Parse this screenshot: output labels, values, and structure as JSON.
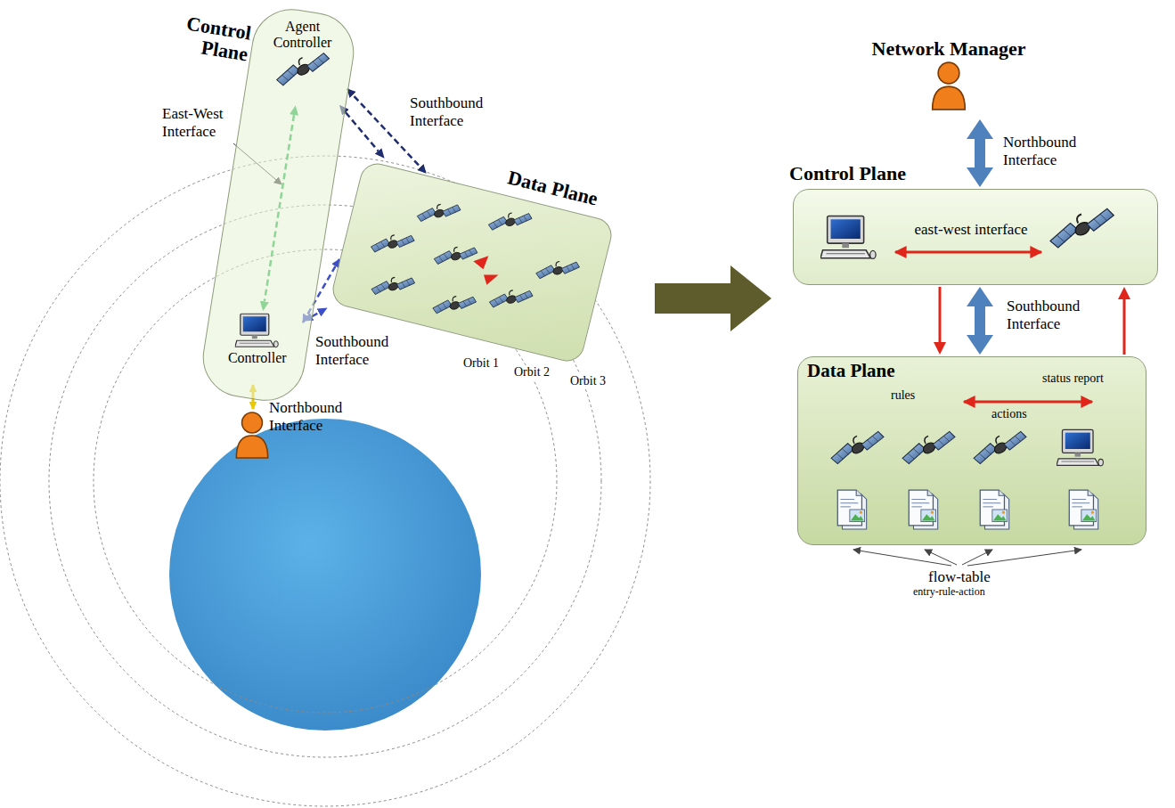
{
  "diagram": {
    "nodes": [
      {
        "text": [
          "Control Plane"
        ]
      },
      {
        "text": [
          "Agent Controller"
        ],
        "in": 0
      },
      {
        "text": [
          "Controller"
        ],
        "in": 0
      },
      {
        "text": [
          "Data Plane"
        ]
      },
      {
        "text": [
          "Network Manager"
        ]
      },
      {
        "text": [
          "Control Plane"
        ]
      },
      {
        "text": [
          "Data Plane"
        ]
      }
    ],
    "edges": [
      {
        "from": 1,
        "to": 2,
        "arrow": "both"
      },
      {
        "from": 1,
        "to": 3,
        "label": "Southbound Interface",
        "arrow": "both"
      },
      {
        "from": 2,
        "to": 3,
        "label": "Southbound Interface",
        "arrow": "both"
      },
      {
        "from": 4,
        "to": 5,
        "label": "Northbound Interface",
        "arrow": "both"
      },
      {
        "from": 5,
        "to": 6,
        "label": "Southbound Interface",
        "arrow": "both"
      },
      {
        "from": 5,
        "to": 6,
        "label": "rules",
        "arrow": "to"
      },
      {
        "from": 6,
        "to": 5,
        "label": "status report",
        "arrow": "to"
      }
    ],
    "labels": [
      "East-West Interface",
      "Orbit 1",
      "Orbit 2",
      "Orbit 3",
      "Northbound Interface",
      "east-west interface",
      "actions",
      "flow-table",
      "entry-rule-action"
    ]
  }
}
